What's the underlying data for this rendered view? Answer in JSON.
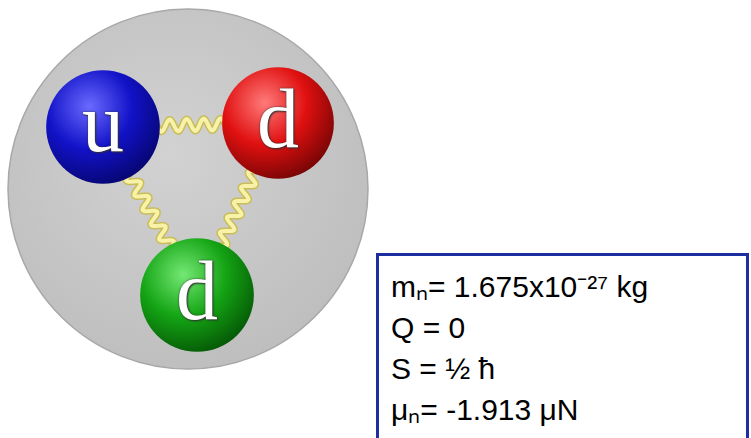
{
  "diagram": {
    "nodes": [
      {
        "text": [
          "u"
        ]
      },
      {
        "text": [
          "d"
        ]
      },
      {
        "text": [
          "d"
        ]
      },
      {
        "text": [
          "mₙ= 1.675x10⁻²⁷ kg",
          "Q = 0",
          "S = ½ ħ",
          "μₙ= -1.913 μN"
        ]
      }
    ],
    "edges": [
      {
        "from": 0,
        "to": 1,
        "arrow": "none"
      },
      {
        "from": 0,
        "to": 2,
        "arrow": "none"
      },
      {
        "from": 1,
        "to": 2,
        "arrow": "none"
      }
    ]
  }
}
